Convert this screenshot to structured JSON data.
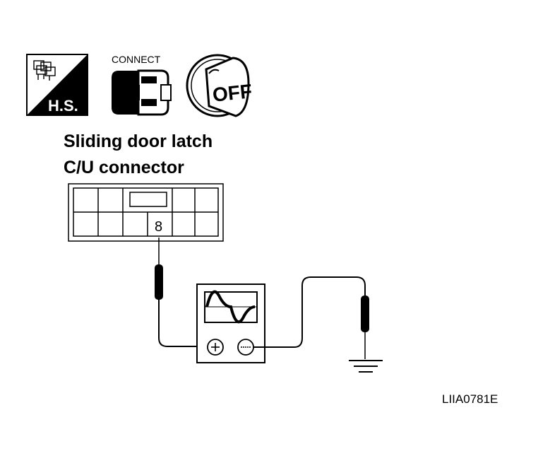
{
  "icons": {
    "harness_label": "H.S.",
    "connect_label": "CONNECT",
    "ignition_label": "OFF"
  },
  "title": {
    "line1": "Sliding door latch",
    "line2": "C/U connector"
  },
  "connector": {
    "pin_label": "8"
  },
  "figure_code": "LIIA0781E"
}
